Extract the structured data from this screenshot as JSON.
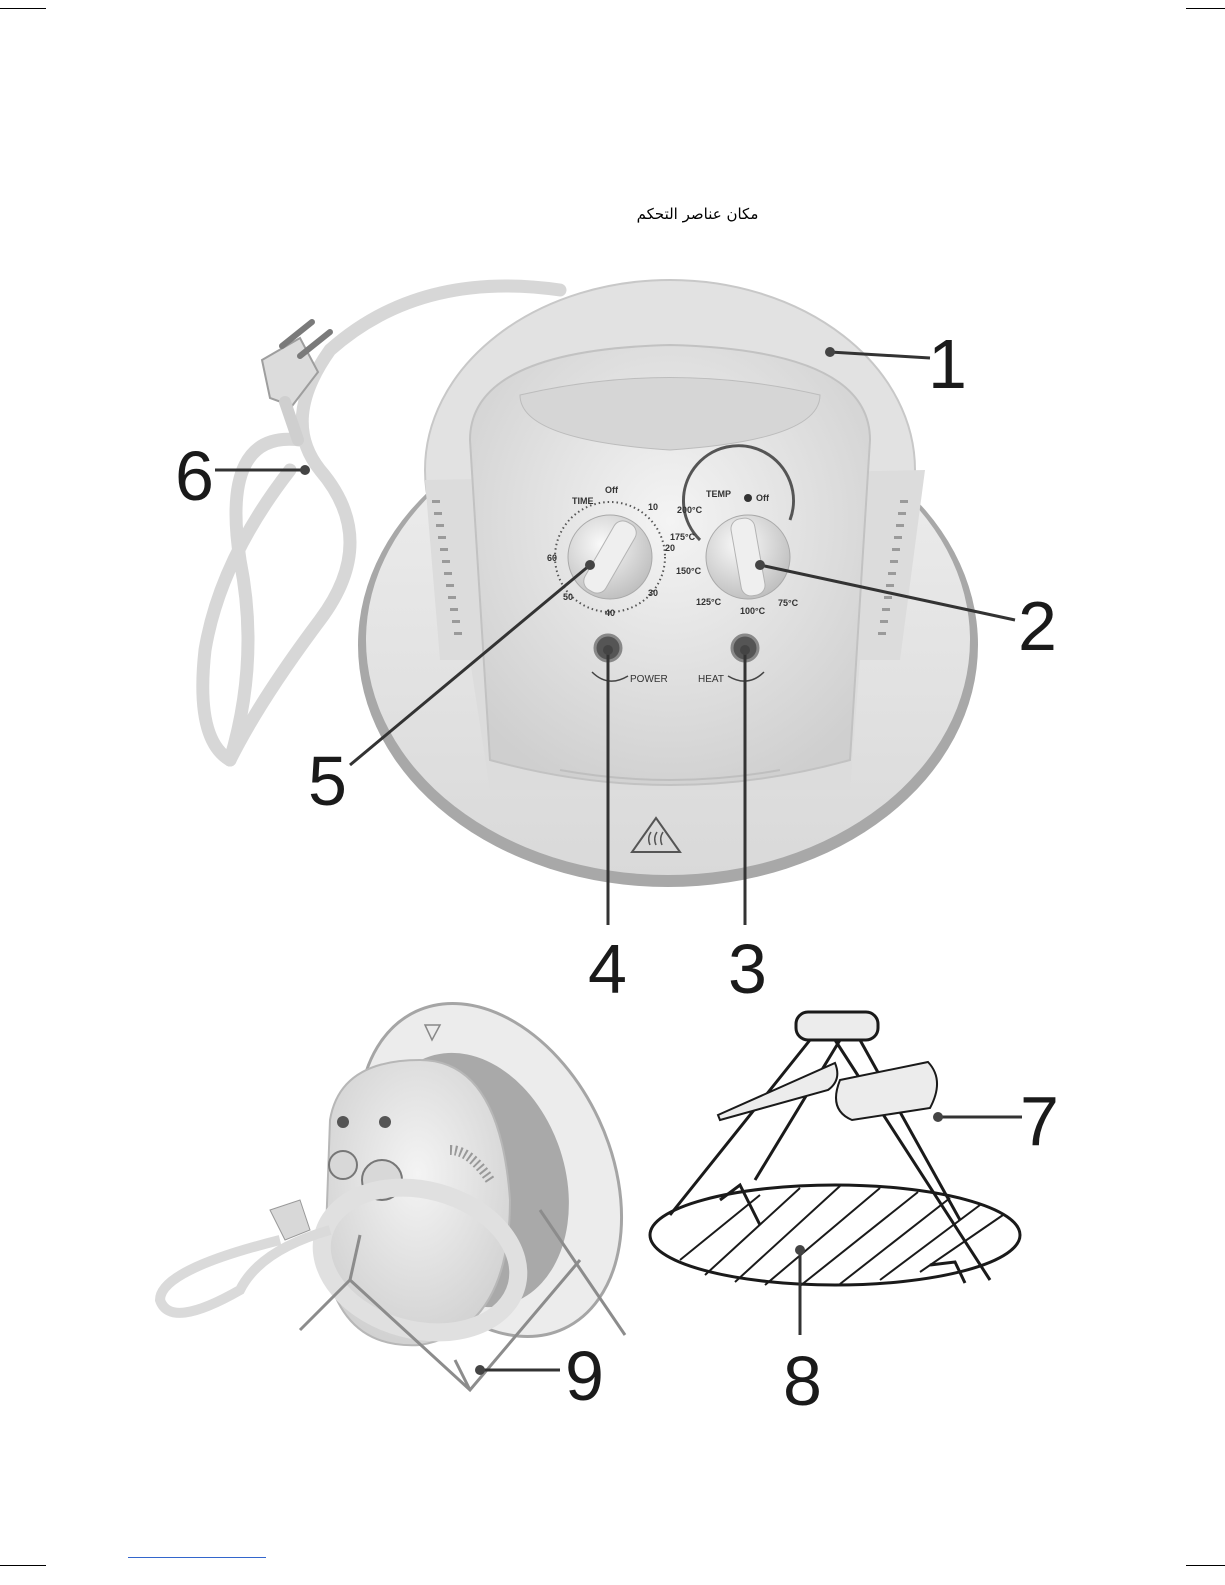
{
  "heading": "مكان عناصر التحكم",
  "callouts": [
    "1",
    "2",
    "3",
    "4",
    "5",
    "6",
    "7",
    "8",
    "9"
  ],
  "control_panel": {
    "time_label": "TIME",
    "time_off": "Off",
    "time_marks": [
      "10",
      "20",
      "30",
      "40",
      "50",
      "60"
    ],
    "temp_label": "TEMP",
    "temp_off": "Off",
    "temp_marks": [
      "200°C",
      "175°C",
      "150°C",
      "125°C",
      "100°C",
      "75°C"
    ],
    "power_label": "POWER",
    "heat_label": "HEAT"
  },
  "icons": [
    "hot-surface-warning-icon"
  ],
  "colors": {
    "ink": "#1a1a1a",
    "appliance": "#e6e6e6",
    "shade": "#c9c9c9"
  }
}
